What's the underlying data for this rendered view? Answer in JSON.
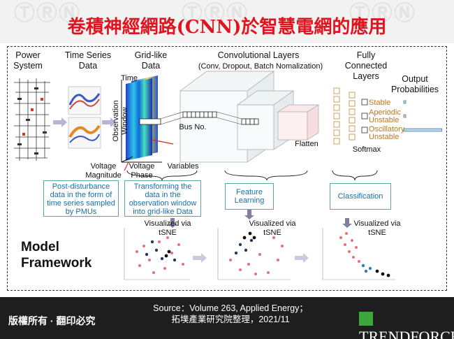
{
  "title": "卷積神經網路(CNN)於智慧電網的應用",
  "stages": {
    "power_system": "Power System",
    "time_series": "Time Series Data",
    "grid_like": "Grid-like Data",
    "conv_layers": "Convolutional Layers",
    "conv_sub": "(Conv, Dropout, Batch Nomalization)",
    "fully_connected": "Fully Connected Layers",
    "output": "Output Probabilities"
  },
  "axis_labels": {
    "time": "Time",
    "observation_window": "Observation Window",
    "variables": "Variables",
    "bus_no": "Bus No.",
    "voltage_magnitude": "Voltage Magnitude",
    "voltage_phase": "Voltage Phase",
    "flatten": "Flatten",
    "softmax": "Softmax"
  },
  "outputs": [
    "Stable",
    "Aperiodic Unstable",
    "Oscillatory Unstable"
  ],
  "output_values": [
    0.03,
    0.03,
    0.94
  ],
  "boxes": {
    "post_disturbance": "Post-disturbance data in the form of time series sampled by PMUs",
    "transforming": "Transforming the data in the observation window into grid-like Data",
    "feature_learning": "Feature Learning",
    "classification": "Classification"
  },
  "tsne_label": "Visualized via tSNE",
  "model_framework": "Model Framework",
  "footer": {
    "copyright": "版權所有 · 翻印必究",
    "source_line1": "Source：Volume 263, Applied Energy；",
    "source_line2": "拓墣產業研究院整理，2021/11",
    "logo": "TRENDFORCE"
  },
  "colors": {
    "title_red": "#e0141e",
    "box_border": "#5aa5a5",
    "box_text": "#1b6ea8",
    "output_orange": "#c0761c"
  }
}
